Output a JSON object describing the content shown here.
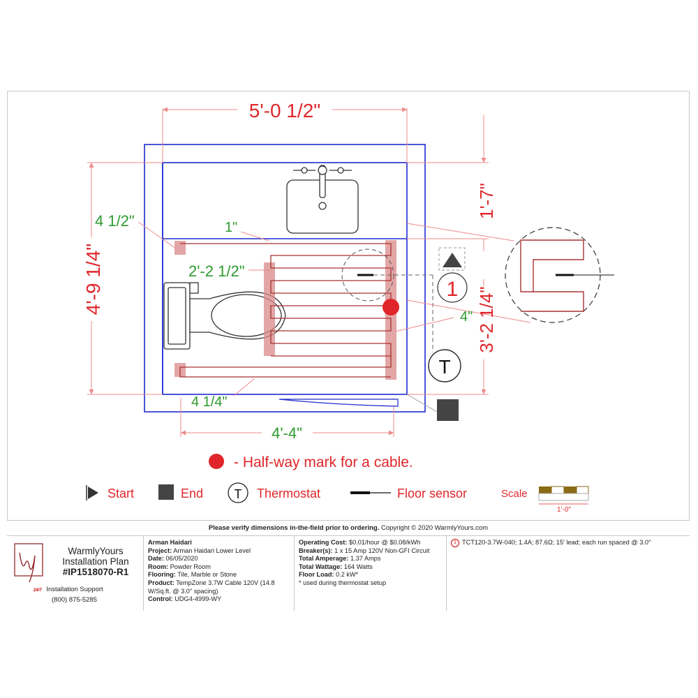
{
  "dimensions": {
    "top_width": "5'-0 1/2\"",
    "left_height": "4'-9 1/4\"",
    "right_upper": "1'-7\"",
    "right_lower": "3'-2 1/4\"",
    "bottom_width": "4'-4\"",
    "offset_left": "4 1/2\"",
    "offset_top": "1\"",
    "span_mid": "2'-2 1/2\"",
    "offset_right": "4\"",
    "offset_bottom": "4 1/4\""
  },
  "markers": {
    "cable_number": "1",
    "thermostat": "T"
  },
  "halfway_note": "- Half-way mark for a cable.",
  "legend": {
    "start": "Start",
    "end": "End",
    "thermostat_symbol": "T",
    "thermostat": "Thermostat",
    "sensor": "Floor sensor",
    "scale": "Scale",
    "scale_value": "1'-0\""
  },
  "footer": {
    "verify_bold": "Please verify dimensions in-the-field prior to ordering.",
    "copyright": " Copyright © 2020 WarmlyYours.com",
    "brand_line1": "WarmlyYours",
    "brand_line2": "Installation Plan",
    "plan_id": "#IP1518070-R1",
    "support_label": "Installation Support",
    "support_phone": "(800) 875-5285",
    "badge_text": "24/7",
    "client": "Arman Haidari",
    "project_label": "Project:",
    "project": "Arman Haidari Lower Level",
    "date_label": "Date:",
    "date": "06/05/2020",
    "room_label": "Room:",
    "room": "Powder Room",
    "flooring_label": "Flooring:",
    "flooring": "Tile, Marble or Stone",
    "product_label": "Product:",
    "product": "TempZone 3.7W Cable 120V (14.8 W/Sq.ft. @ 3.0\" spacing)",
    "control_label": "Control:",
    "control": "UDG4-4999-WY",
    "op_cost_label": "Operating Cost:",
    "op_cost": "$0.01/hour @ $0.08/kWh",
    "breaker_label": "Breaker(s):",
    "breaker": "1 x 15 Amp 120V Non-GFI Circuit",
    "amperage_label": "Total Amperage:",
    "amperage": "1.37 Amps",
    "wattage_label": "Total Wattage:",
    "wattage": "164 Watts",
    "load_label": "Floor Load:",
    "load": "0.2 kW*",
    "note": "* used during thermostat setup",
    "cable_num": "1",
    "cable_spec": "TCT120-3.7W-040; 1.4A; 87.6Ω; 15′ lead; each run spaced @ 3.0″"
  },
  "colors": {
    "dimension": "#e0262a",
    "dim_line": "#ef8a8a",
    "green_text": "#2e9a2e",
    "wall": "#1e2ad0",
    "cable": "#a83232",
    "strip": "#d98888",
    "fixture": "#333333"
  }
}
